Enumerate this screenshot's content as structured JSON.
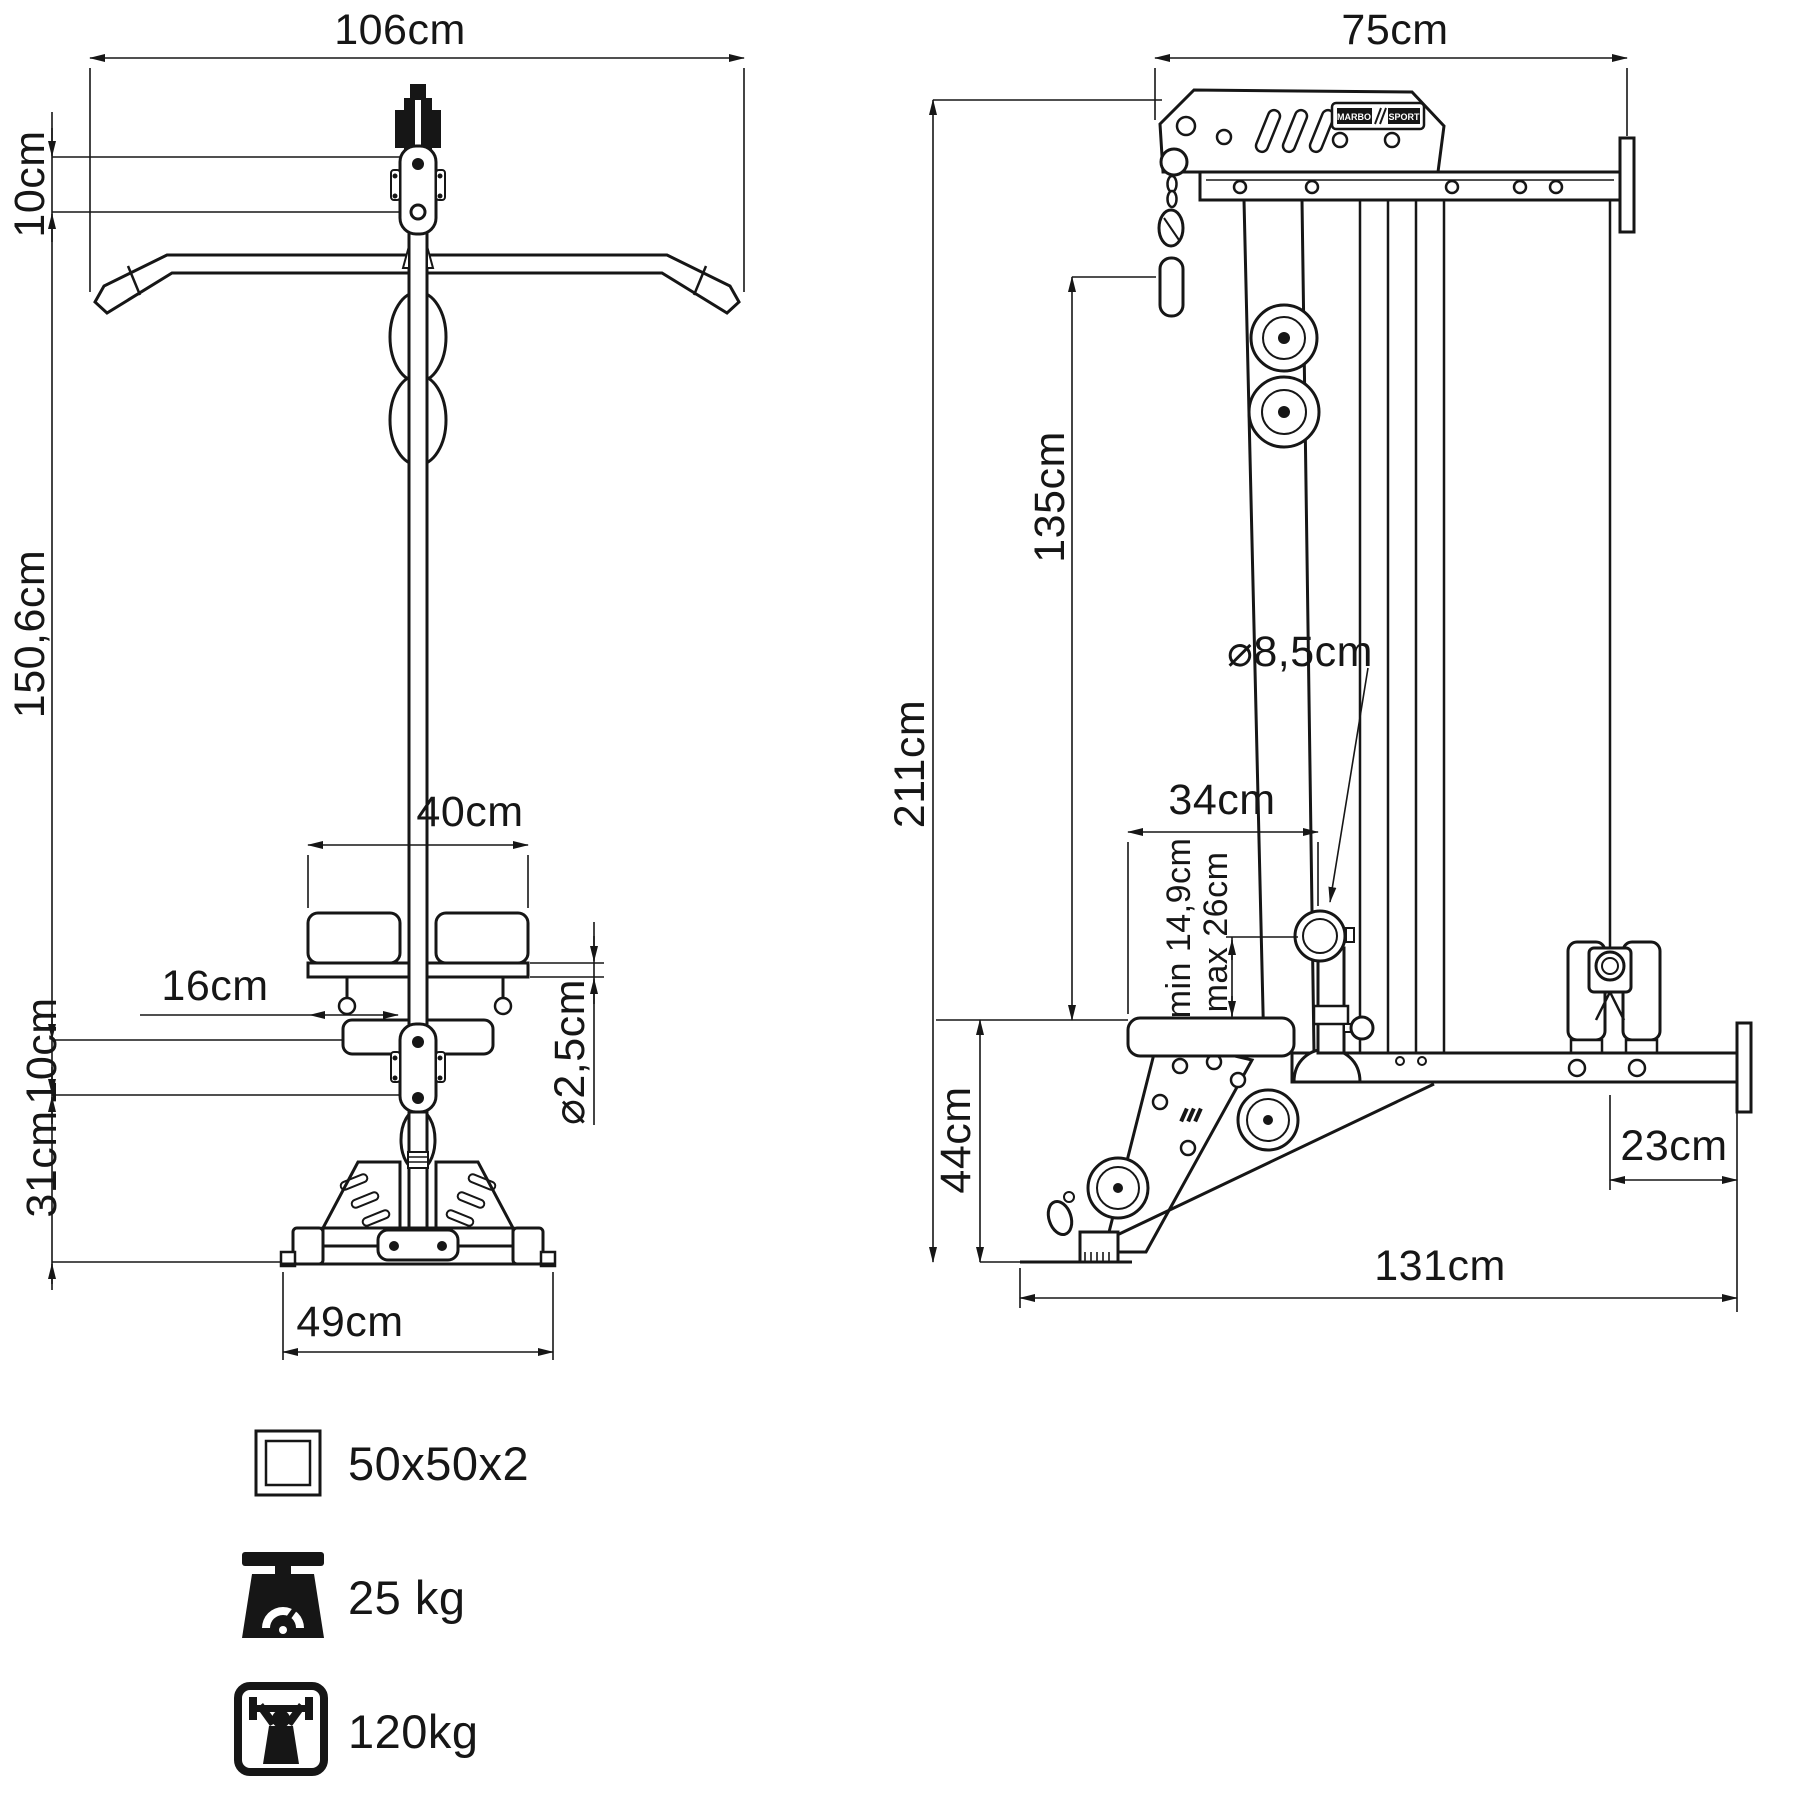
{
  "front": {
    "width": "106cm",
    "bracket_gap": "10cm",
    "column": "150,6cm",
    "pads": "40cm",
    "hook": "16cm",
    "lower_gap": "10cm",
    "base_h": "31cm",
    "tube": "⌀2,5cm",
    "base_w": "49cm"
  },
  "side": {
    "depth": "75cm",
    "height": "211cm",
    "handle": "135cm",
    "roller_d": "⌀8,5cm",
    "seat_d": "34cm",
    "roller_min": "min 14,9cm",
    "roller_max": "max 26cm",
    "seat_h": "44cm",
    "stack": "23cm",
    "base_d": "131cm"
  },
  "brand": {
    "left": "MARBO",
    "right": "SPORT"
  },
  "legend": {
    "tube": "50x50x2",
    "weight": "25 kg",
    "load": "120kg"
  }
}
